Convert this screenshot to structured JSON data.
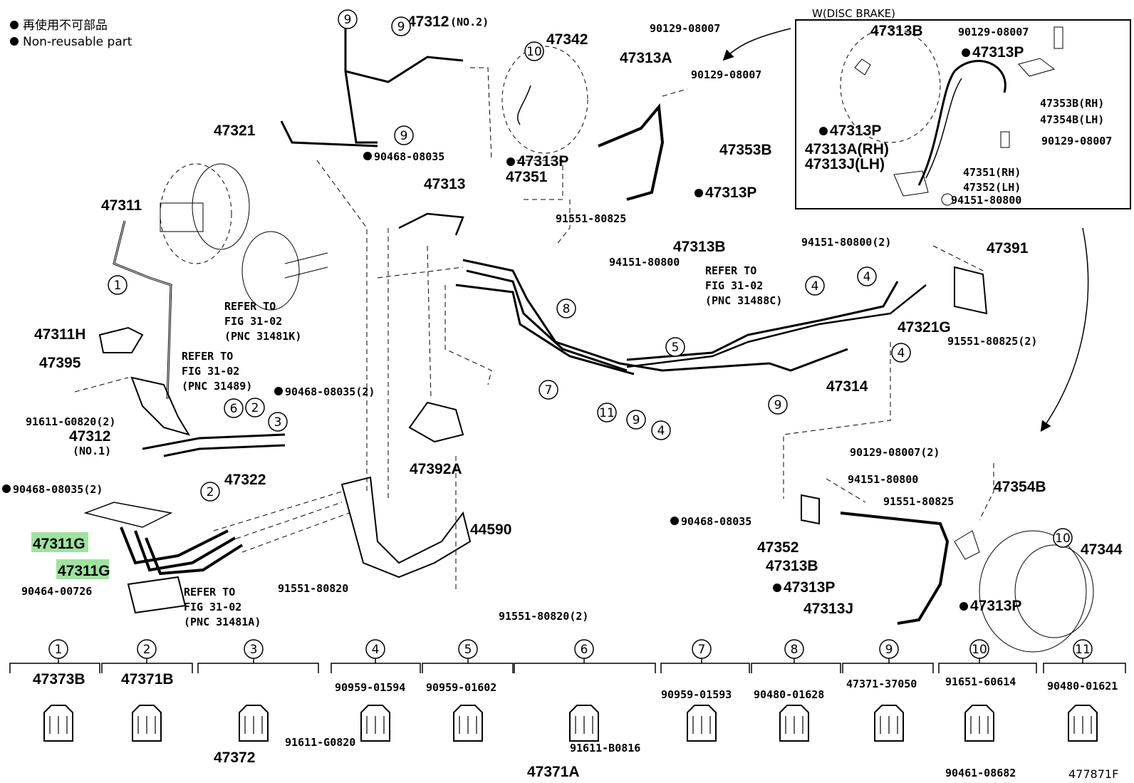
{
  "legend": {
    "line1": "再使用不可部品",
    "line2": "Non-reusable part"
  },
  "inset_title": "W(DISC BRAKE)",
  "figure_id": "477871F",
  "highlight_color": "#9fe29f",
  "callouts": [
    {
      "id": "c47312no2",
      "text": "47312"
    },
    {
      "id": "c47312no2s",
      "text": "(NO.2)"
    },
    {
      "id": "c47342",
      "text": "47342"
    },
    {
      "id": "c47313a",
      "text": "47313A"
    },
    {
      "id": "c90129a",
      "text": "90129-08007"
    },
    {
      "id": "c90129b",
      "text": "90129-08007"
    },
    {
      "id": "c47321",
      "text": "47321"
    },
    {
      "id": "c47311",
      "text": "47311"
    },
    {
      "id": "c90468a",
      "text": "90468-08035"
    },
    {
      "id": "c47313pa",
      "text": "47313P"
    },
    {
      "id": "c47351",
      "text": "47351"
    },
    {
      "id": "c47353b",
      "text": "47353B"
    },
    {
      "id": "c47313",
      "text": "47313"
    },
    {
      "id": "c47313pb",
      "text": "47313P"
    },
    {
      "id": "c91551a",
      "text": "91551-80825"
    },
    {
      "id": "c47313b",
      "text": "47313B"
    },
    {
      "id": "c94151a",
      "text": "94151-80800"
    },
    {
      "id": "c47311h",
      "text": "47311H"
    },
    {
      "id": "c47395",
      "text": "47395"
    },
    {
      "id": "c91611a",
      "text": "91611-G0820(2)"
    },
    {
      "id": "c47312no1",
      "text": "47312"
    },
    {
      "id": "c47312no1s",
      "text": "(NO.1)"
    },
    {
      "id": "c47322",
      "text": "47322"
    },
    {
      "id": "c90468b",
      "text": "90468-08035(2)"
    },
    {
      "id": "c90468c",
      "text": "90468-08035(2)"
    },
    {
      "id": "c47392a",
      "text": "47392A"
    },
    {
      "id": "c47311g1",
      "text": "47311G"
    },
    {
      "id": "c47311g2",
      "text": "47311G"
    },
    {
      "id": "c90464",
      "text": "90464-00726"
    },
    {
      "id": "c44590",
      "text": "44590"
    },
    {
      "id": "c91551b",
      "text": "91551-80820"
    },
    {
      "id": "c91551c",
      "text": "91551-80820(2)"
    },
    {
      "id": "c94151b",
      "text": "94151-80800(2)"
    },
    {
      "id": "c47391",
      "text": "47391"
    },
    {
      "id": "c47321g",
      "text": "47321G"
    },
    {
      "id": "c91551d",
      "text": "91551-80825(2)"
    },
    {
      "id": "c47314",
      "text": "47314"
    },
    {
      "id": "c90129c",
      "text": "90129-08007(2)"
    },
    {
      "id": "c94151c",
      "text": "94151-80800"
    },
    {
      "id": "c91551e",
      "text": "91551-80825"
    },
    {
      "id": "c47354b",
      "text": "47354B"
    },
    {
      "id": "c90468d",
      "text": "90468-08035"
    },
    {
      "id": "c47352",
      "text": "47352"
    },
    {
      "id": "c47313b2",
      "text": "47313B"
    },
    {
      "id": "c47313pc",
      "text": "47313P"
    },
    {
      "id": "c47313j",
      "text": "47313J"
    },
    {
      "id": "c47313pd",
      "text": "47313P"
    },
    {
      "id": "c47344",
      "text": "47344"
    },
    {
      "id": "i47313b",
      "text": "47313B"
    },
    {
      "id": "i90129",
      "text": "90129-08007"
    },
    {
      "id": "i47313p1",
      "text": "47313P"
    },
    {
      "id": "i47353b",
      "text": "47353B(RH)"
    },
    {
      "id": "i47354b",
      "text": "47354B(LH)"
    },
    {
      "id": "i47313p2",
      "text": "47313P"
    },
    {
      "id": "i90129b",
      "text": "90129-08007"
    },
    {
      "id": "i47313a",
      "text": "47313A(RH)"
    },
    {
      "id": "i47313j",
      "text": "47313J(LH)"
    },
    {
      "id": "i47351",
      "text": "47351(RH)"
    },
    {
      "id": "i47352",
      "text": "47352(LH)"
    },
    {
      "id": "i94151",
      "text": "94151-80800"
    }
  ],
  "refs": [
    {
      "id": "r1",
      "l1": "REFER TO",
      "l2": "FIG 31-02",
      "l3": "(PNC 31481K)"
    },
    {
      "id": "r2",
      "l1": "REFER TO",
      "l2": "FIG 31-02",
      "l3": "(PNC 31489)"
    },
    {
      "id": "r3",
      "l1": "REFER TO",
      "l2": "FIG 31-02",
      "l3": "(PNC 31488C)"
    },
    {
      "id": "r4",
      "l1": "REFER TO",
      "l2": "FIG 31-02",
      "l3": "(PNC 31481A)"
    }
  ],
  "clamp_markers": [
    "1",
    "2",
    "3",
    "4",
    "5",
    "6",
    "7",
    "8",
    "9",
    "10",
    "11"
  ],
  "clamp_table": [
    {
      "num": "1",
      "parts": [
        "47373B"
      ]
    },
    {
      "num": "2",
      "parts": [
        "47371B"
      ]
    },
    {
      "num": "3",
      "parts": [
        "47372",
        "91611-G0820"
      ]
    },
    {
      "num": "4",
      "parts": [
        "90959-01594"
      ]
    },
    {
      "num": "5",
      "parts": [
        "90959-01602"
      ]
    },
    {
      "num": "6",
      "parts": [
        "47371A",
        "91611-B0816"
      ]
    },
    {
      "num": "7",
      "parts": [
        "90959-01593"
      ]
    },
    {
      "num": "8",
      "parts": [
        "90480-01628"
      ]
    },
    {
      "num": "9",
      "parts": [
        "47371-37050"
      ]
    },
    {
      "num": "10",
      "parts": [
        "91651-60614",
        "90461-08682"
      ]
    },
    {
      "num": "11",
      "parts": [
        "90480-01621"
      ]
    }
  ]
}
